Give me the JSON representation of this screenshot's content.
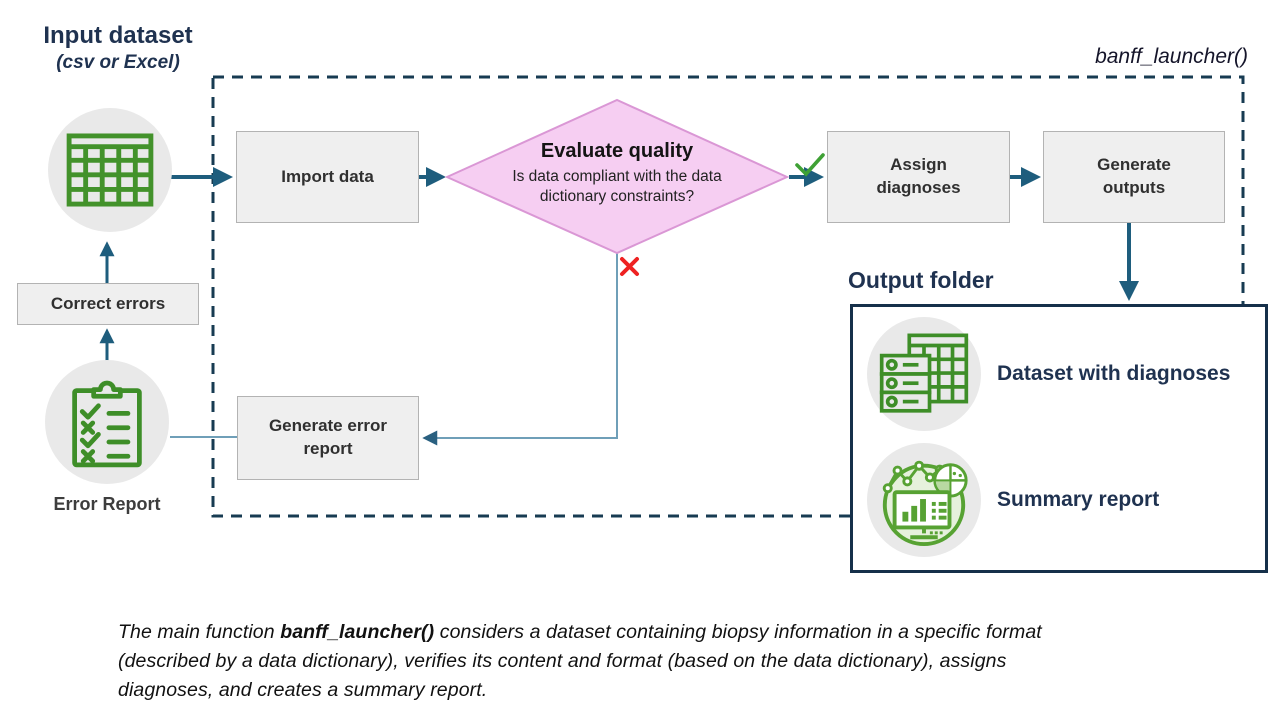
{
  "input": {
    "title": "Input dataset",
    "subtitle": "(csv or Excel)"
  },
  "function_label": "banff_launcher()",
  "flow": {
    "import_box": "Import data",
    "decision_title": "Evaluate quality",
    "decision_question": "Is data compliant with the data\ndictionary constraints?",
    "assign_box": "Assign\ndiagnoses",
    "generate_outputs_box": "Generate\noutputs",
    "generate_error_box": "Generate error\nreport",
    "correct_errors_box": "Correct errors",
    "error_report_label": "Error Report"
  },
  "output_folder": {
    "title": "Output folder",
    "items": [
      {
        "icon": "dataset-table-icon",
        "label": "Dataset with diagnoses"
      },
      {
        "icon": "summary-chart-icon",
        "label": "Summary report"
      }
    ]
  },
  "caption": {
    "prefix": "The main function ",
    "func": "banff_launcher()",
    "rest": " considers a dataset containing biopsy information in a specific format (described by a data dictionary), verifies its content and format (based on the data dictionary), assigns diagnoses, and creates a summary report."
  },
  "icons": [
    "spreadsheet-table-icon",
    "clipboard-checklist-icon",
    "dataset-table-icon",
    "summary-chart-icon",
    "check-icon",
    "cross-icon"
  ],
  "colors": {
    "navy_text": "#1f3250",
    "dashed_border": "#173b52",
    "arrow_teal": "#1e5d7d",
    "error_line_blue": "#6f9fb8",
    "box_fill": "#efefef",
    "box_border": "#b3b3b3",
    "diamond_fill": "#f6cef2",
    "diamond_border": "#da97d5",
    "icon_green": "#3e8e28",
    "check_green": "#3fa135",
    "cross_red": "#ee2222",
    "circle_fill": "#e9e9e9",
    "output_border": "#16304a"
  }
}
